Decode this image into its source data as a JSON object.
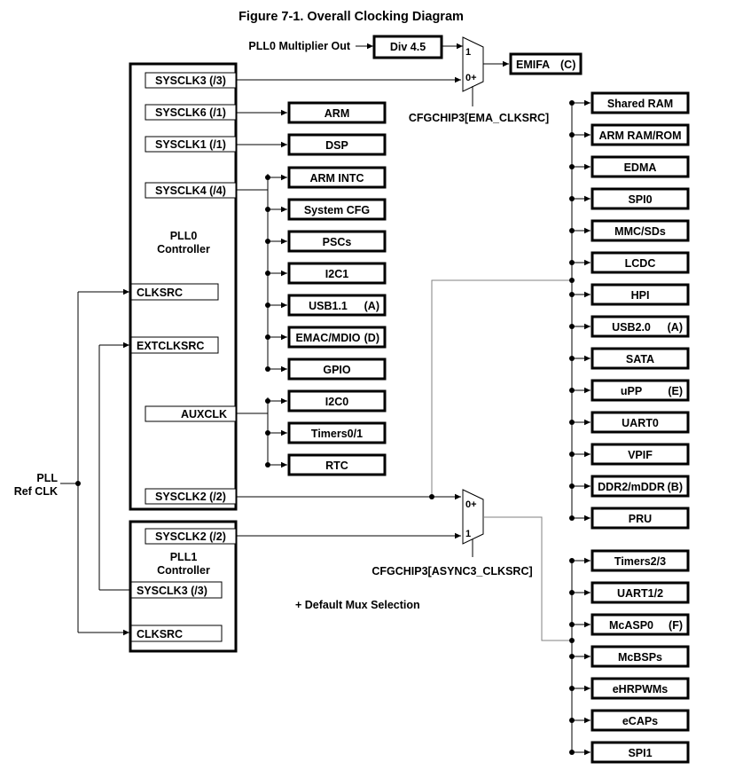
{
  "title": "Figure 7-1. Overall Clocking Diagram",
  "pll_ref_clk": [
    "PLL",
    "Ref CLK"
  ],
  "pll0": {
    "name": [
      "PLL0",
      "Controller"
    ],
    "multiplier_out": "PLL0 Multiplier Out",
    "div": "Div 4.5",
    "outputs": {
      "sysclk3": "SYSCLK3 (/3)",
      "sysclk6": "SYSCLK6 (/1)",
      "sysclk1": "SYSCLK1 (/1)",
      "sysclk4": "SYSCLK4 (/4)",
      "clksrc": "CLKSRC",
      "extclksrc": "EXTCLKSRC",
      "auxclk": "AUXCLK",
      "sysclk2": "SYSCLK2 (/2)"
    }
  },
  "pll1": {
    "name": [
      "PLL1",
      "Controller"
    ],
    "outputs": {
      "sysclk2": "SYSCLK2 (/2)",
      "sysclk3": "SYSCLK3 (/3)",
      "clksrc": "CLKSRC"
    }
  },
  "mux_ema": {
    "in1": "1",
    "in0": "0+",
    "select_label": "CFGCHIP3[EMA_CLKSRC]",
    "output": "EMIFA",
    "output_note": "(C)"
  },
  "mux_async3": {
    "in0": "0+",
    "in1": "1",
    "select_label": "CFGCHIP3[ASYNC3_CLKSRC]"
  },
  "direct_modules": [
    "ARM",
    "DSP"
  ],
  "sysclk4_modules": [
    {
      "label": "ARM INTC",
      "note": ""
    },
    {
      "label": "System CFG",
      "note": ""
    },
    {
      "label": "PSCs",
      "note": ""
    },
    {
      "label": "I2C1",
      "note": ""
    },
    {
      "label": "USB1.1",
      "note": "(A)"
    },
    {
      "label": "EMAC/MDIO",
      "note": "(D)"
    },
    {
      "label": "GPIO",
      "note": ""
    }
  ],
  "auxclk_modules": [
    {
      "label": "I2C0",
      "note": ""
    },
    {
      "label": "Timers0/1",
      "note": ""
    },
    {
      "label": "RTC",
      "note": ""
    }
  ],
  "sysclk2_modules": [
    {
      "label": "Shared RAM",
      "note": ""
    },
    {
      "label": "ARM RAM/ROM",
      "note": ""
    },
    {
      "label": "EDMA",
      "note": ""
    },
    {
      "label": "SPI0",
      "note": ""
    },
    {
      "label": "MMC/SDs",
      "note": ""
    },
    {
      "label": "LCDC",
      "note": ""
    },
    {
      "label": "HPI",
      "note": ""
    },
    {
      "label": "USB2.0",
      "note": "(A)"
    },
    {
      "label": "SATA",
      "note": ""
    },
    {
      "label": "uPP",
      "note": "(E)"
    },
    {
      "label": "UART0",
      "note": ""
    },
    {
      "label": "VPIF",
      "note": ""
    },
    {
      "label": "DDR2/mDDR",
      "note": "(B)"
    },
    {
      "label": "PRU",
      "note": ""
    }
  ],
  "async3_modules": [
    {
      "label": "Timers2/3",
      "note": ""
    },
    {
      "label": "UART1/2",
      "note": ""
    },
    {
      "label": "McASP0",
      "note": "(F)"
    },
    {
      "label": "McBSPs",
      "note": ""
    },
    {
      "label": "eHRPWMs",
      "note": ""
    },
    {
      "label": "eCAPs",
      "note": ""
    },
    {
      "label": "SPI1",
      "note": ""
    }
  ],
  "footnote": "+ Default Mux Selection"
}
